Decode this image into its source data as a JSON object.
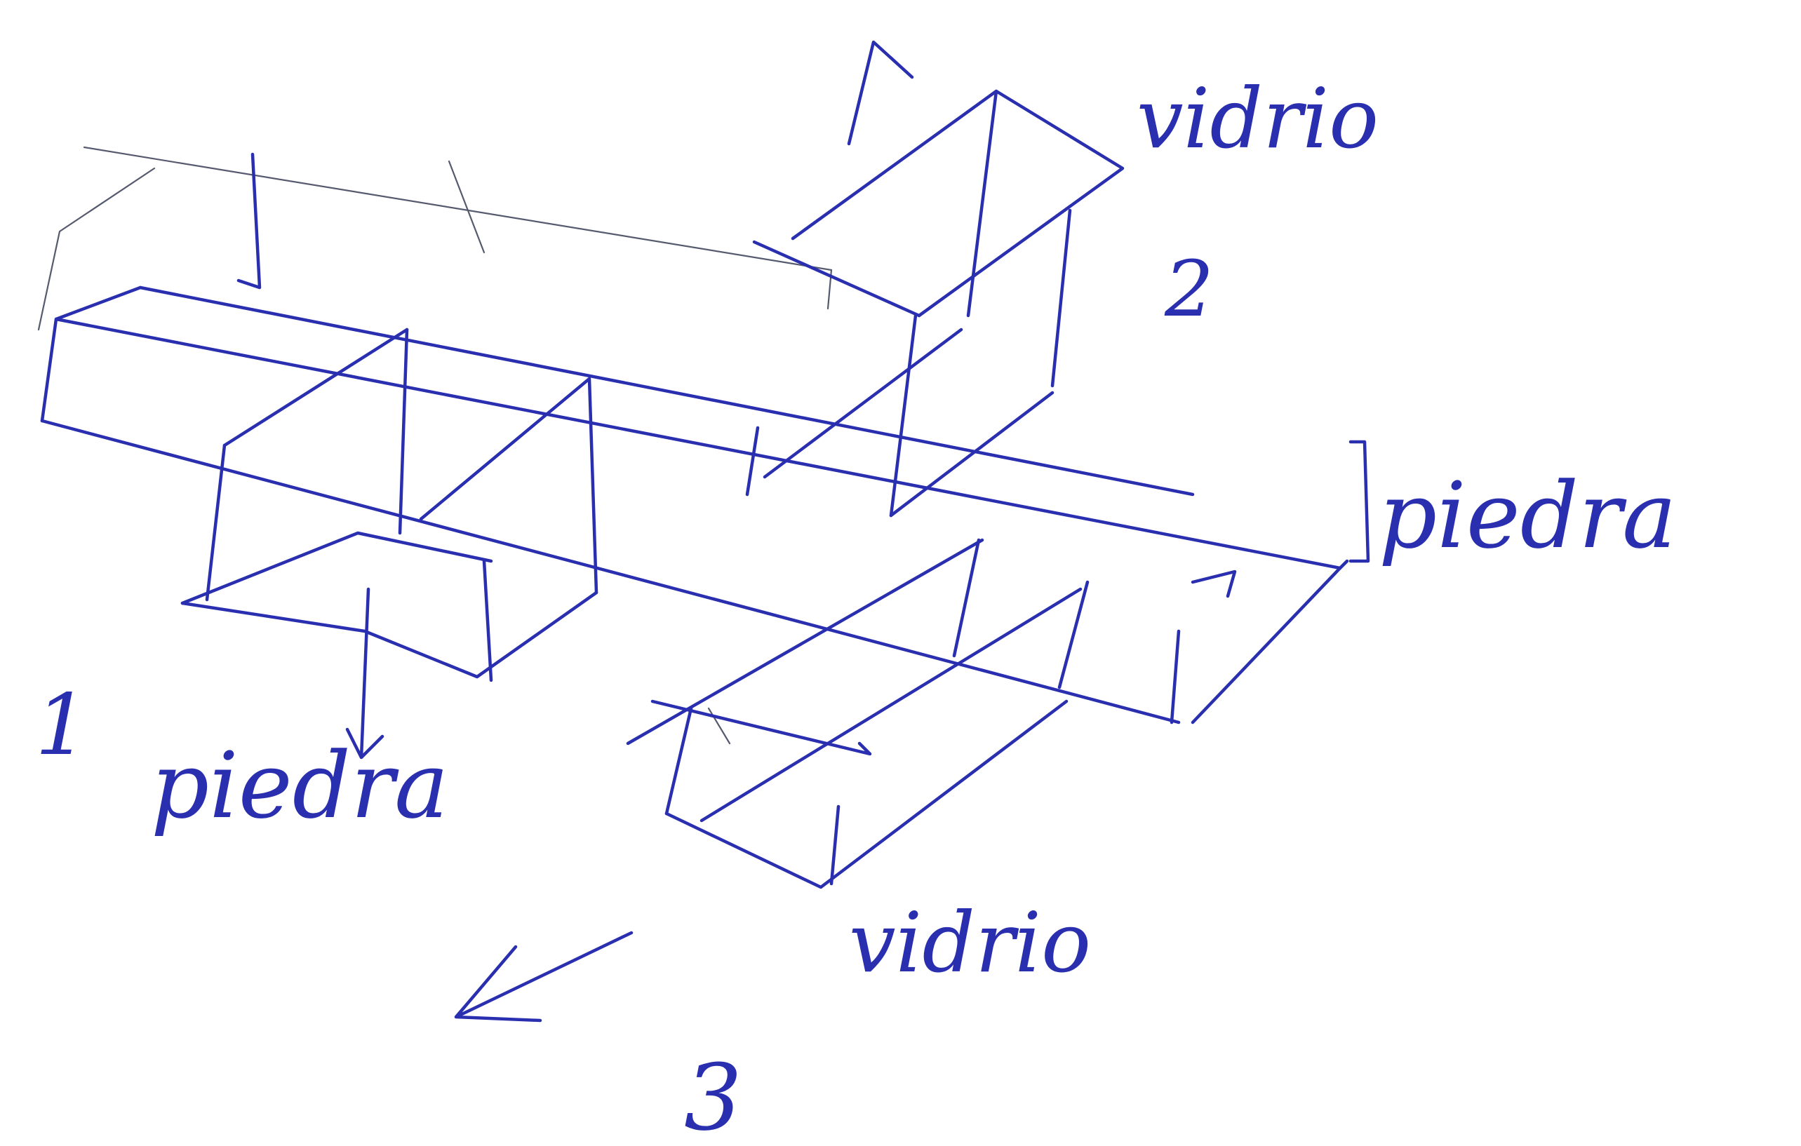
{
  "labels": {
    "glass_top": "vidrio",
    "glass_bottom": "vidrio",
    "stone_right": "piedra",
    "stone_left": "piedra",
    "number_1": "1",
    "number_2": "2",
    "number_3": "3"
  },
  "colors": {
    "ink": "#2a2fb0",
    "pencil": "#555a6e",
    "paper": "#ffffff"
  },
  "icons": {
    "up_arrow": "arrow-up-icon",
    "down_left_arrow": "arrow-down-left-icon"
  }
}
